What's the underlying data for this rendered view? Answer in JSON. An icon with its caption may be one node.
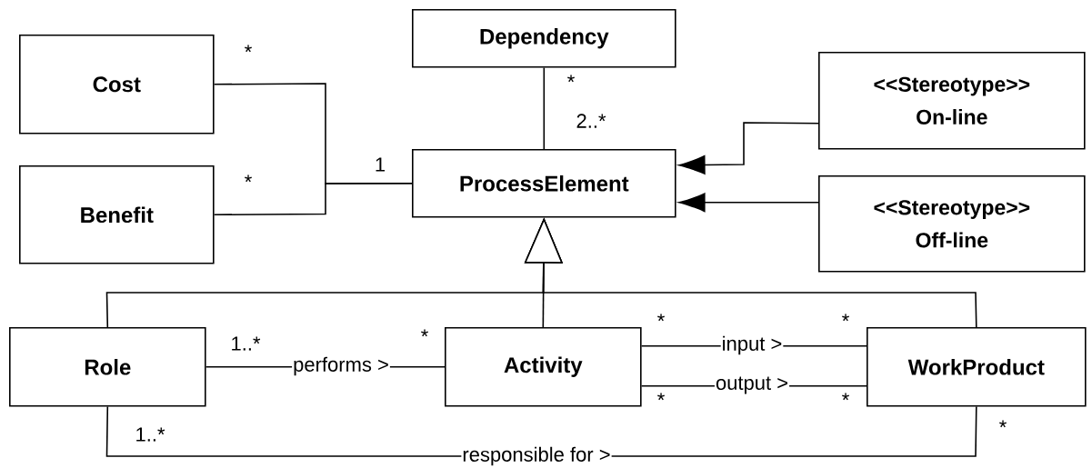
{
  "diagram": {
    "nodes": [
      {
        "text": [
          "Dependency"
        ]
      },
      {
        "text": [
          "Cost"
        ]
      },
      {
        "text": [
          "Benefit"
        ]
      },
      {
        "text": [
          "ProcessElement"
        ]
      },
      {
        "text": [
          "<<Stereotype>>",
          "On-line"
        ]
      },
      {
        "text": [
          "<<Stereotype>>",
          "Off-line"
        ]
      },
      {
        "text": [
          "Role"
        ]
      },
      {
        "text": [
          "Activity"
        ]
      },
      {
        "text": [
          "WorkProduct"
        ]
      }
    ],
    "edges": [
      {
        "from": 0,
        "to": 3,
        "arrow": "none"
      },
      {
        "from": 1,
        "to": 3,
        "arrow": "none"
      },
      {
        "from": 2,
        "to": 3,
        "arrow": "none"
      },
      {
        "from": 4,
        "to": 3,
        "arrow": "to"
      },
      {
        "from": 5,
        "to": 3,
        "arrow": "to"
      },
      {
        "from": 6,
        "to": 3,
        "arrow": "to"
      },
      {
        "from": 7,
        "to": 3,
        "arrow": "to"
      },
      {
        "from": 8,
        "to": 3,
        "arrow": "to"
      },
      {
        "from": 6,
        "to": 7,
        "arrow": "none",
        "label": "performs >"
      },
      {
        "from": 7,
        "to": 8,
        "arrow": "none",
        "label": "input >"
      },
      {
        "from": 7,
        "to": 8,
        "arrow": "none",
        "label": "output >"
      },
      {
        "from": 6,
        "to": 8,
        "arrow": "none",
        "label": "responsible for >"
      }
    ],
    "labels": [
      "*",
      "*",
      "*",
      "2..*",
      "1",
      "1..*",
      "*",
      "*",
      "*",
      "*",
      "*",
      "1..*",
      "*"
    ]
  }
}
